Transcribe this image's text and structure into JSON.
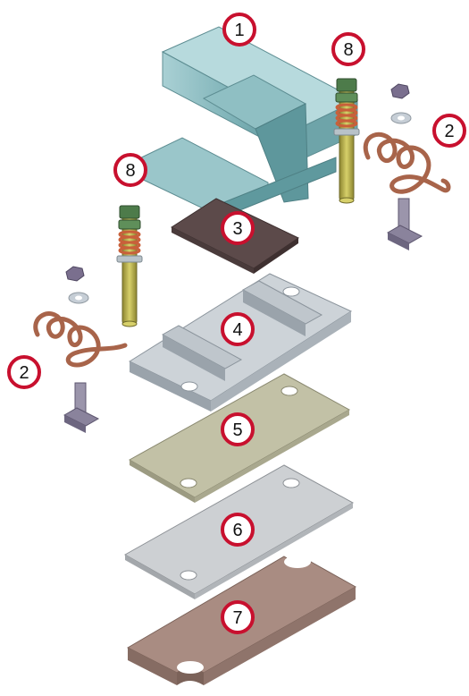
{
  "diagram": {
    "callouts": [
      {
        "id": "rail",
        "label": "1"
      },
      {
        "id": "clip-right",
        "label": "2"
      },
      {
        "id": "clip-left",
        "label": "2"
      },
      {
        "id": "rubber-pad",
        "label": "3"
      },
      {
        "id": "base-plate",
        "label": "4"
      },
      {
        "id": "plate-5",
        "label": "5"
      },
      {
        "id": "plate-6",
        "label": "6"
      },
      {
        "id": "plate-7",
        "label": "7"
      },
      {
        "id": "anchor-bolt-right",
        "label": "8"
      },
      {
        "id": "anchor-bolt-left",
        "label": "8"
      }
    ],
    "colors": {
      "callout_ring": "#c8102e",
      "rail": "#7fb3b8",
      "pad": "#5c4a4a",
      "base_plate": "#c7ccd1",
      "plate_5": "#bcbb9f",
      "plate_6": "#c9cbce",
      "plate_7": "#a58a80",
      "clip": "#a8644a",
      "bolt": "#b7b04a",
      "spring": "#c8603a",
      "nut": "#7a6f8e",
      "washer": "#c6ced6"
    }
  }
}
